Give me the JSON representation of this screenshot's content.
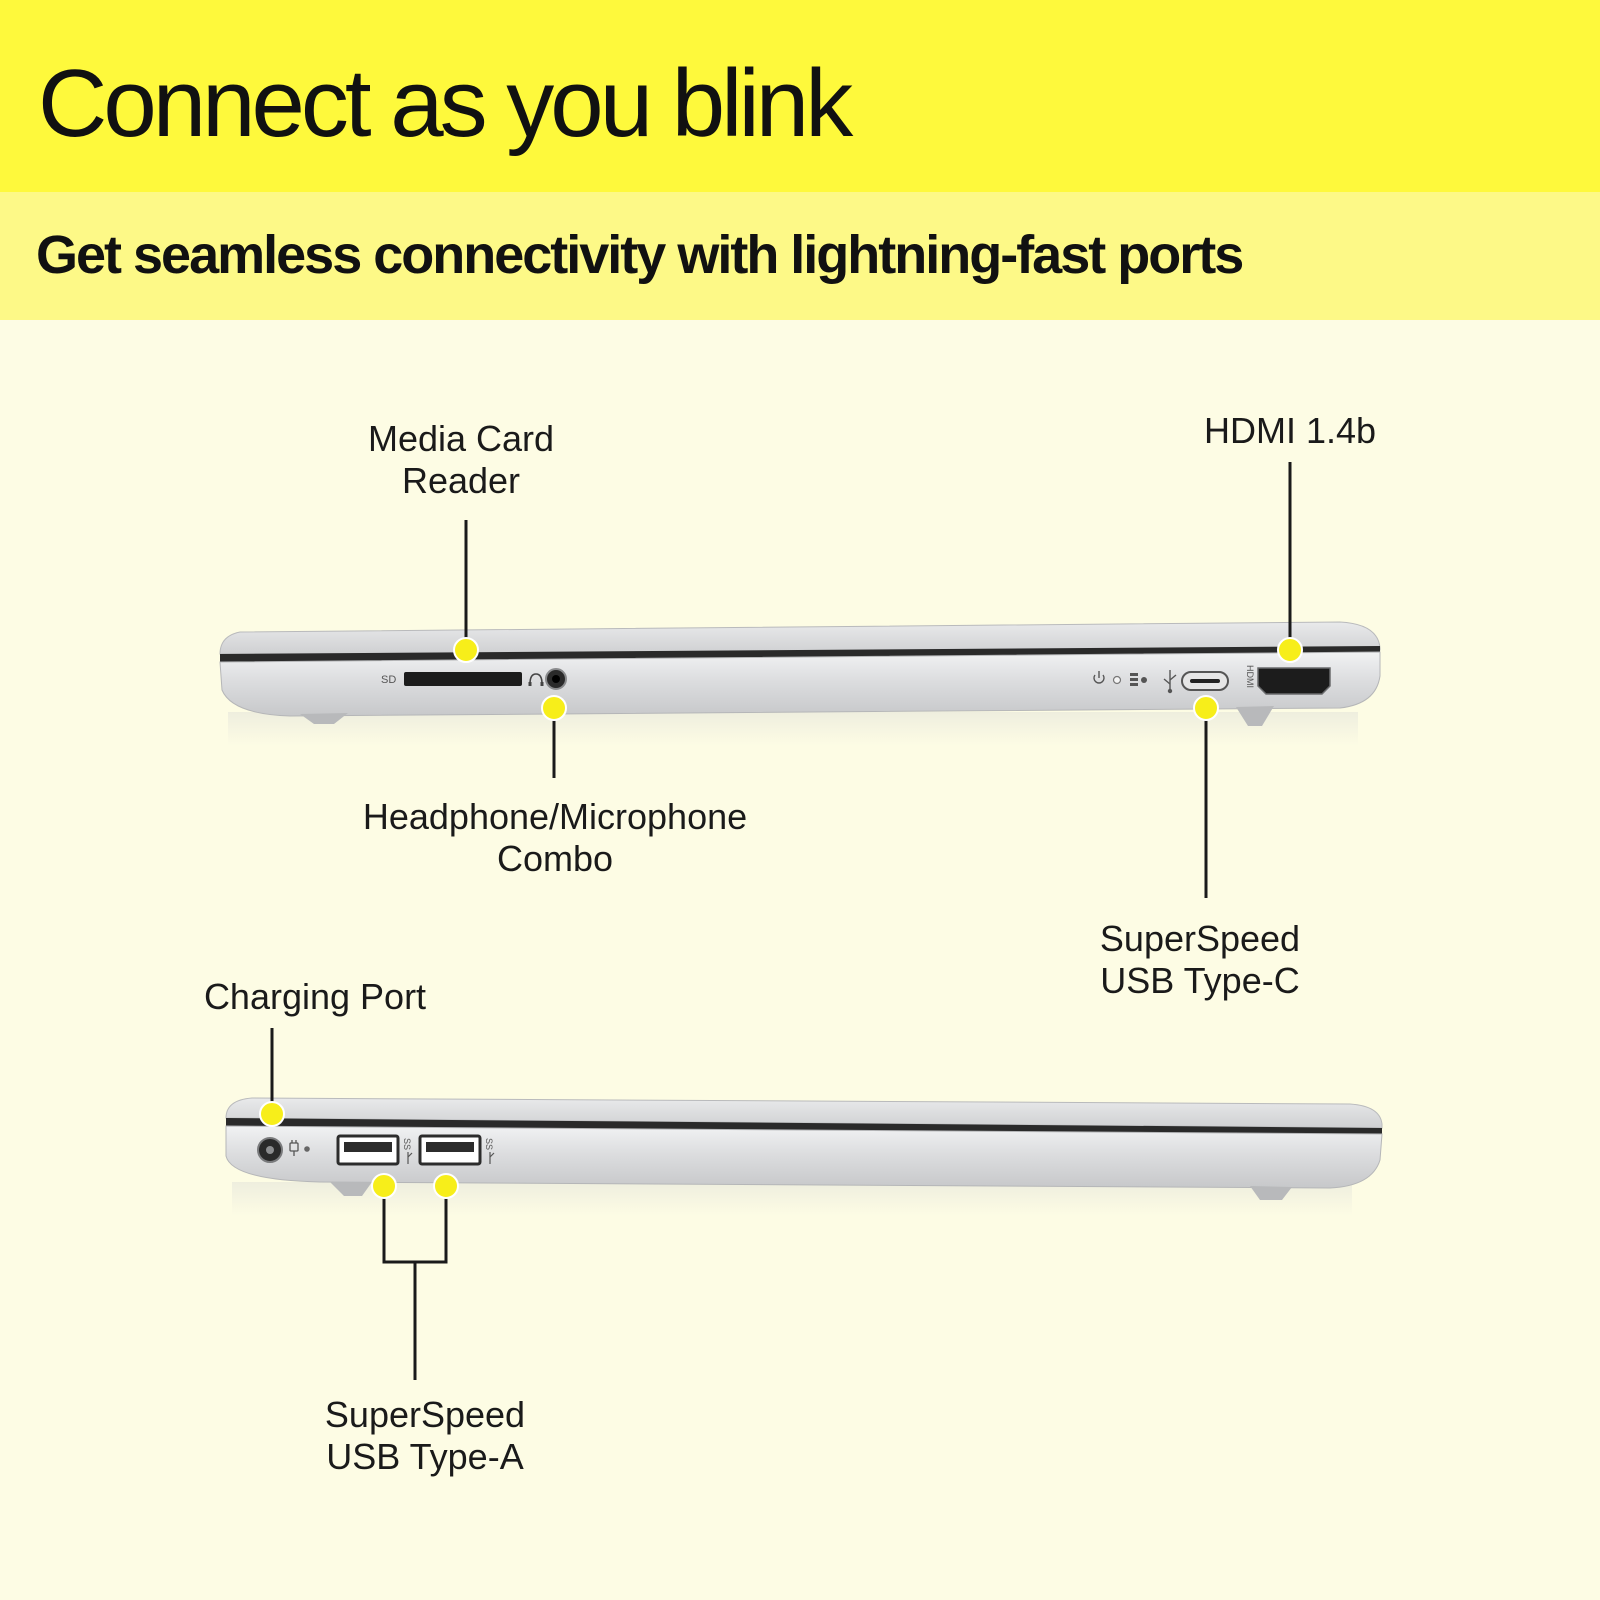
{
  "header": {
    "title": "Connect as you blink",
    "subtitle": "Get seamless connectivity with lightning-fast ports"
  },
  "laptop_right_side": {
    "printed_markings": {
      "sd": "SD",
      "hdmi": "HDMI"
    },
    "callouts": {
      "media_card_reader": [
        "Media Card",
        "Reader"
      ],
      "hdmi": [
        "HDMI 1.4b"
      ],
      "headphone_combo": [
        "Headphone/Microphone",
        "Combo"
      ],
      "usb_c": [
        "SuperSpeed",
        "USB Type-C"
      ]
    }
  },
  "laptop_left_side": {
    "printed_markings": {
      "usb_a_1": "SS",
      "usb_a_2": "SS"
    },
    "callouts": {
      "charging_port": [
        "Charging Port"
      ],
      "usb_a": [
        "SuperSpeed",
        "USB Type-A"
      ]
    }
  },
  "icons": [
    "headphone-icon",
    "power-icon",
    "led-indicator-icon",
    "storage-activity-icon",
    "usb-icon",
    "charging-plug-icon",
    "usb-ss-icon"
  ],
  "colors": {
    "title_band": "#fef93c",
    "subtitle_band": "#fdf987",
    "background": "#fdfce4",
    "callout_dot": "#f7ee1a",
    "laptop_silver": "#d9dadc",
    "text": "#111111"
  }
}
